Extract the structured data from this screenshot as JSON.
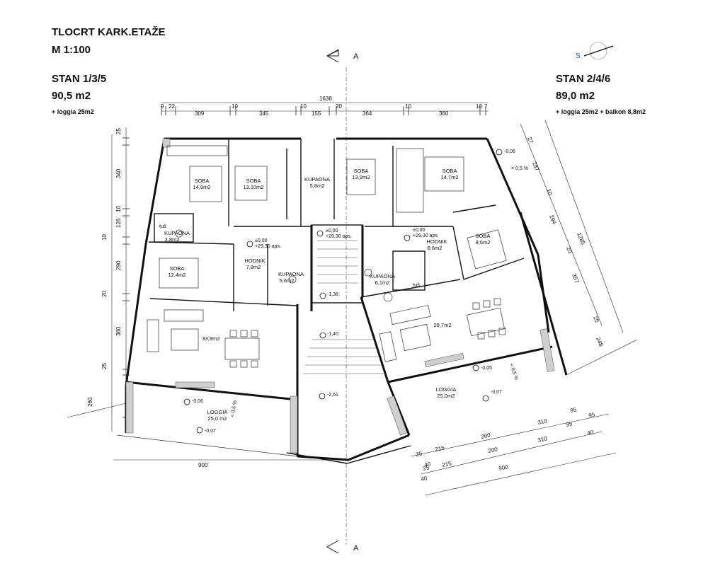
{
  "title": {
    "line1": "TLOCRT KARK.ETAŽE",
    "line2": "M 1:100"
  },
  "left_apartment": {
    "name": "STAN 1/3/5",
    "area": "90,5 m2",
    "extra": "+ loggia 25m2"
  },
  "right_apartment": {
    "name": "STAN 2/4/6",
    "area": "89,0 m2",
    "extra": "+ loggia 25m2 + balkon 8,8m2"
  },
  "section_marker": "A",
  "north_label": "S",
  "rooms": {
    "soba_a": {
      "name": "SOBA",
      "area": "14,9m2"
    },
    "soba_b": {
      "name": "SOBA",
      "area": "13,10m2"
    },
    "kupaona_top": {
      "name": "KUPAONA",
      "area": "5,8m2"
    },
    "soba_c": {
      "name": "SOBA",
      "area": "13,9m2"
    },
    "soba_d": {
      "name": "SOBA",
      "area": "14,7m2"
    },
    "kupaona_left": {
      "name": "KUPAONA",
      "area": "2,8m2"
    },
    "soba_e": {
      "name": "SOBA",
      "area": "12,4m2"
    },
    "hodnik_left": {
      "name": "HODNIK",
      "area": "7,8m2"
    },
    "kupaona_mid": {
      "name": "KUPAONA",
      "area": "5,6m2"
    },
    "living_left": {
      "area": "33,9m2"
    },
    "loggia_left": {
      "name": "LOGGIA",
      "area": "25,0 m2"
    },
    "hodnik_right": {
      "name": "HODNIK",
      "area": "8,6m2"
    },
    "soba_f": {
      "name": "SOBA",
      "area": "8,6m2"
    },
    "kupaona_right": {
      "name": "KUPAONA",
      "area": "6,1m2"
    },
    "living_right": {
      "area": "29,7m2"
    },
    "loggia_right": {
      "name": "LOGGIA",
      "area": "25,0m2"
    },
    "tus_left": "tuš",
    "tus_right": "tuš"
  },
  "levels": {
    "l_left": "±0,00",
    "l_left_abs": "+29,30 aps.",
    "l_mid": "±0,00",
    "l_mid_abs": "+29,30 aps.",
    "l_right": "±0,00",
    "l_right_abs": "+29,30 aps.",
    "l_138": "-1,38",
    "l_140": "-1,40",
    "l_251": "-2,51",
    "l_006_a": "-0,06",
    "l_007_a": "-0,07",
    "l_006_b": "-0,06",
    "l_005": "-0,05",
    "l_007_b": "-0,07",
    "slope_a": "< 0,5 %",
    "slope_b": "< 0,5 %",
    "slope_c": "< 0,5 %"
  },
  "dimensions": {
    "top_total": "1638",
    "top": [
      "9",
      "22",
      "309",
      "10",
      "345",
      "10",
      "155",
      "20",
      "364",
      "10",
      "360",
      "18",
      "7"
    ],
    "left": [
      "25",
      "340",
      "10",
      "128",
      "10",
      "290",
      "20",
      "380",
      "25",
      "260"
    ],
    "right_top": [
      "27",
      "287",
      "10",
      "294",
      "1285",
      "20",
      "357",
      "25",
      "248"
    ],
    "bottom_left": "900",
    "bottom_right": [
      "95",
      "95",
      "310",
      "200",
      "215",
      "25",
      "40",
      "95",
      "40",
      "310",
      "200",
      "215",
      "25",
      "40",
      "900"
    ]
  }
}
